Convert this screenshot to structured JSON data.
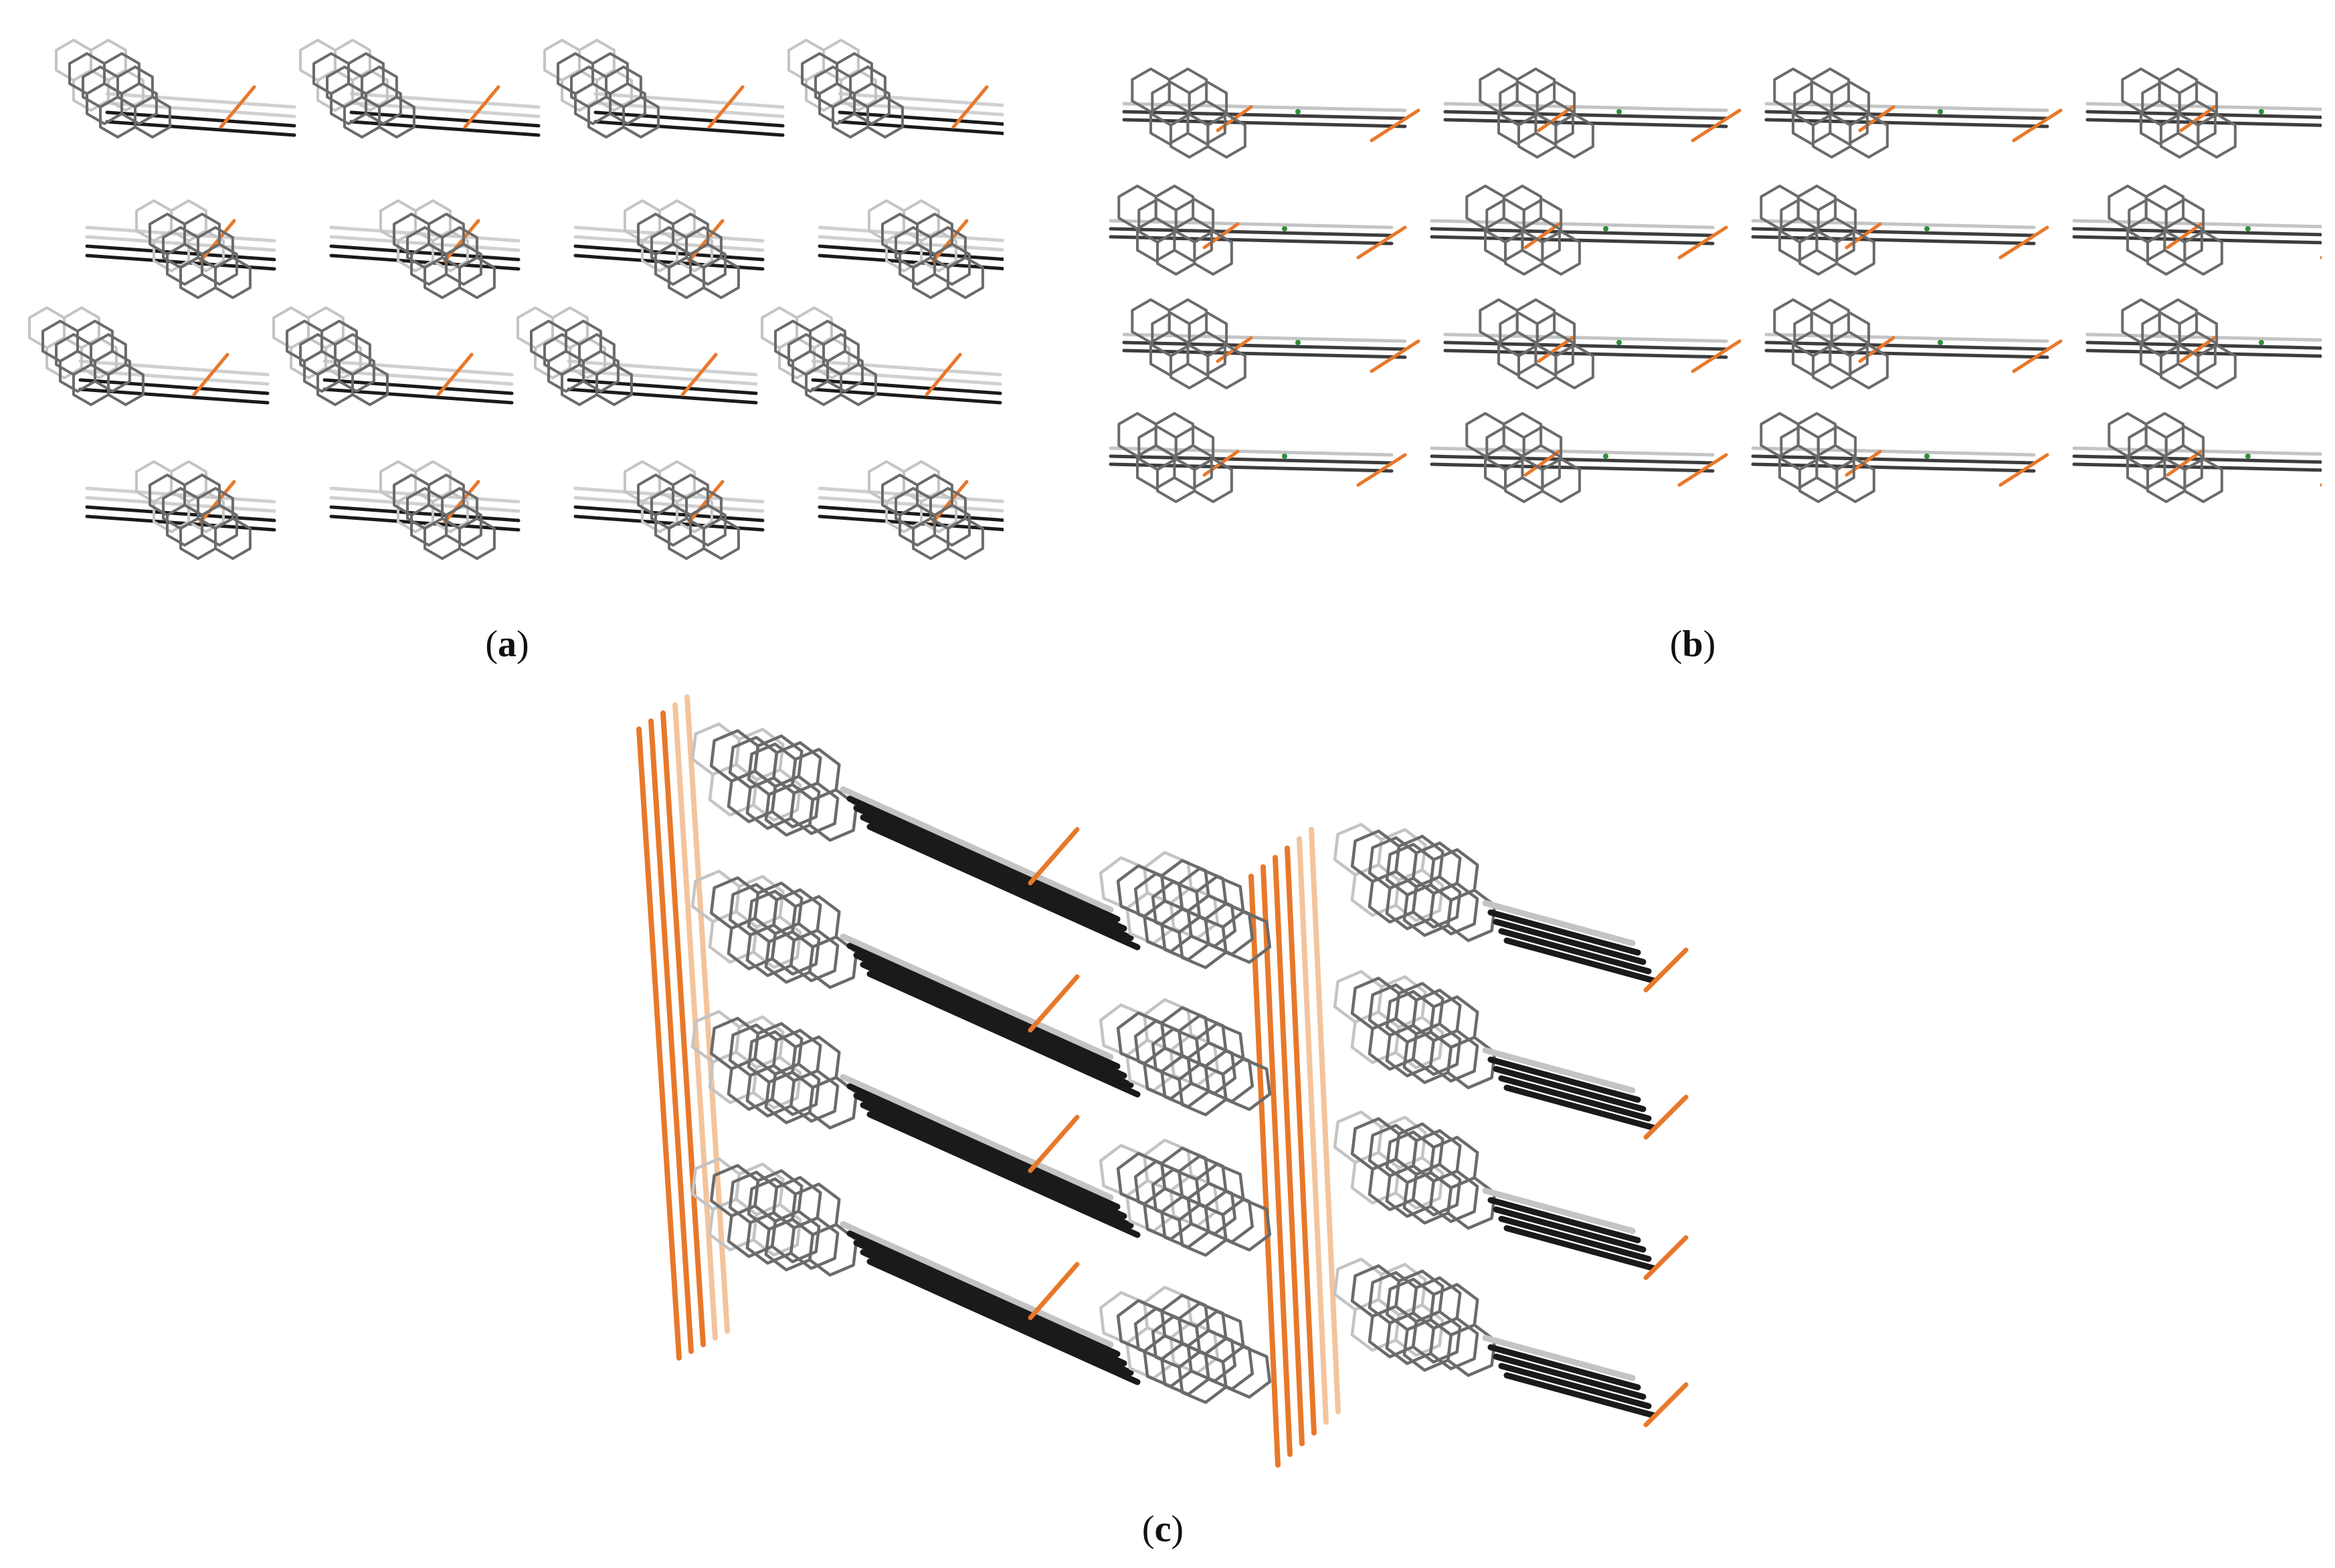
{
  "figure": {
    "panels": [
      {
        "id": "a",
        "open": "(",
        "letter": "a",
        "close": ")"
      },
      {
        "id": "b",
        "open": "(",
        "letter": "b",
        "close": ")"
      },
      {
        "id": "c",
        "open": "(",
        "letter": "c",
        "close": ")"
      }
    ]
  },
  "colors": {
    "ring_stroke": "#6b6b6b",
    "ring_stroke_faint": "#c4c4c4",
    "bond_dark": "#1a1a1a",
    "bond_mid": "#3d3d3d",
    "contact_orange": "#e8782a",
    "contact_orange_faint": "#f4c49c",
    "green_atom": "#2f8f3a",
    "background": "#ffffff"
  }
}
